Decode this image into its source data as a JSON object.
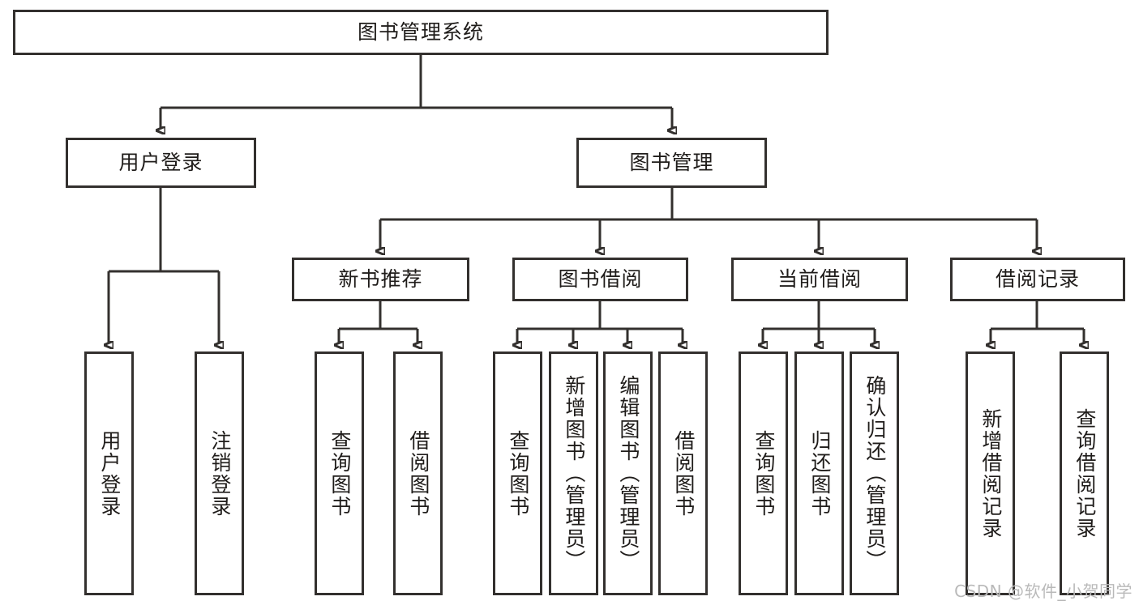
{
  "diagram": {
    "title": "图书管理系统",
    "watermark": "CSDN @软件_小贺同学",
    "stroke_color": "#33302e",
    "text_color": "#1f1c1a",
    "background_color": "#ffffff",
    "watermark_color": "#b9b9b9",
    "root": {
      "label": "图书管理系统"
    },
    "level2": [
      {
        "label": "用户登录"
      },
      {
        "label": "图书管理"
      }
    ],
    "level3": [
      {
        "label": "新书推荐"
      },
      {
        "label": "图书借阅"
      },
      {
        "label": "当前借阅"
      },
      {
        "label": "借阅记录"
      }
    ],
    "leaves": {
      "user_login": [
        {
          "label": "用户登录"
        },
        {
          "label": "注销登录"
        }
      ],
      "new_book_recommend": [
        {
          "label": "查询图书"
        },
        {
          "label": "借阅图书"
        }
      ],
      "book_borrow": [
        {
          "label": "查询图书"
        },
        {
          "label": "新增图书（管理员）"
        },
        {
          "label": "编辑图书（管理员）"
        },
        {
          "label": "借阅图书"
        }
      ],
      "current_borrow": [
        {
          "label": "查询图书"
        },
        {
          "label": "归还图书"
        },
        {
          "label": "确认归还（管理员）"
        }
      ],
      "borrow_records": [
        {
          "label": "新增借阅记录"
        },
        {
          "label": "查询借阅记录"
        }
      ]
    }
  }
}
